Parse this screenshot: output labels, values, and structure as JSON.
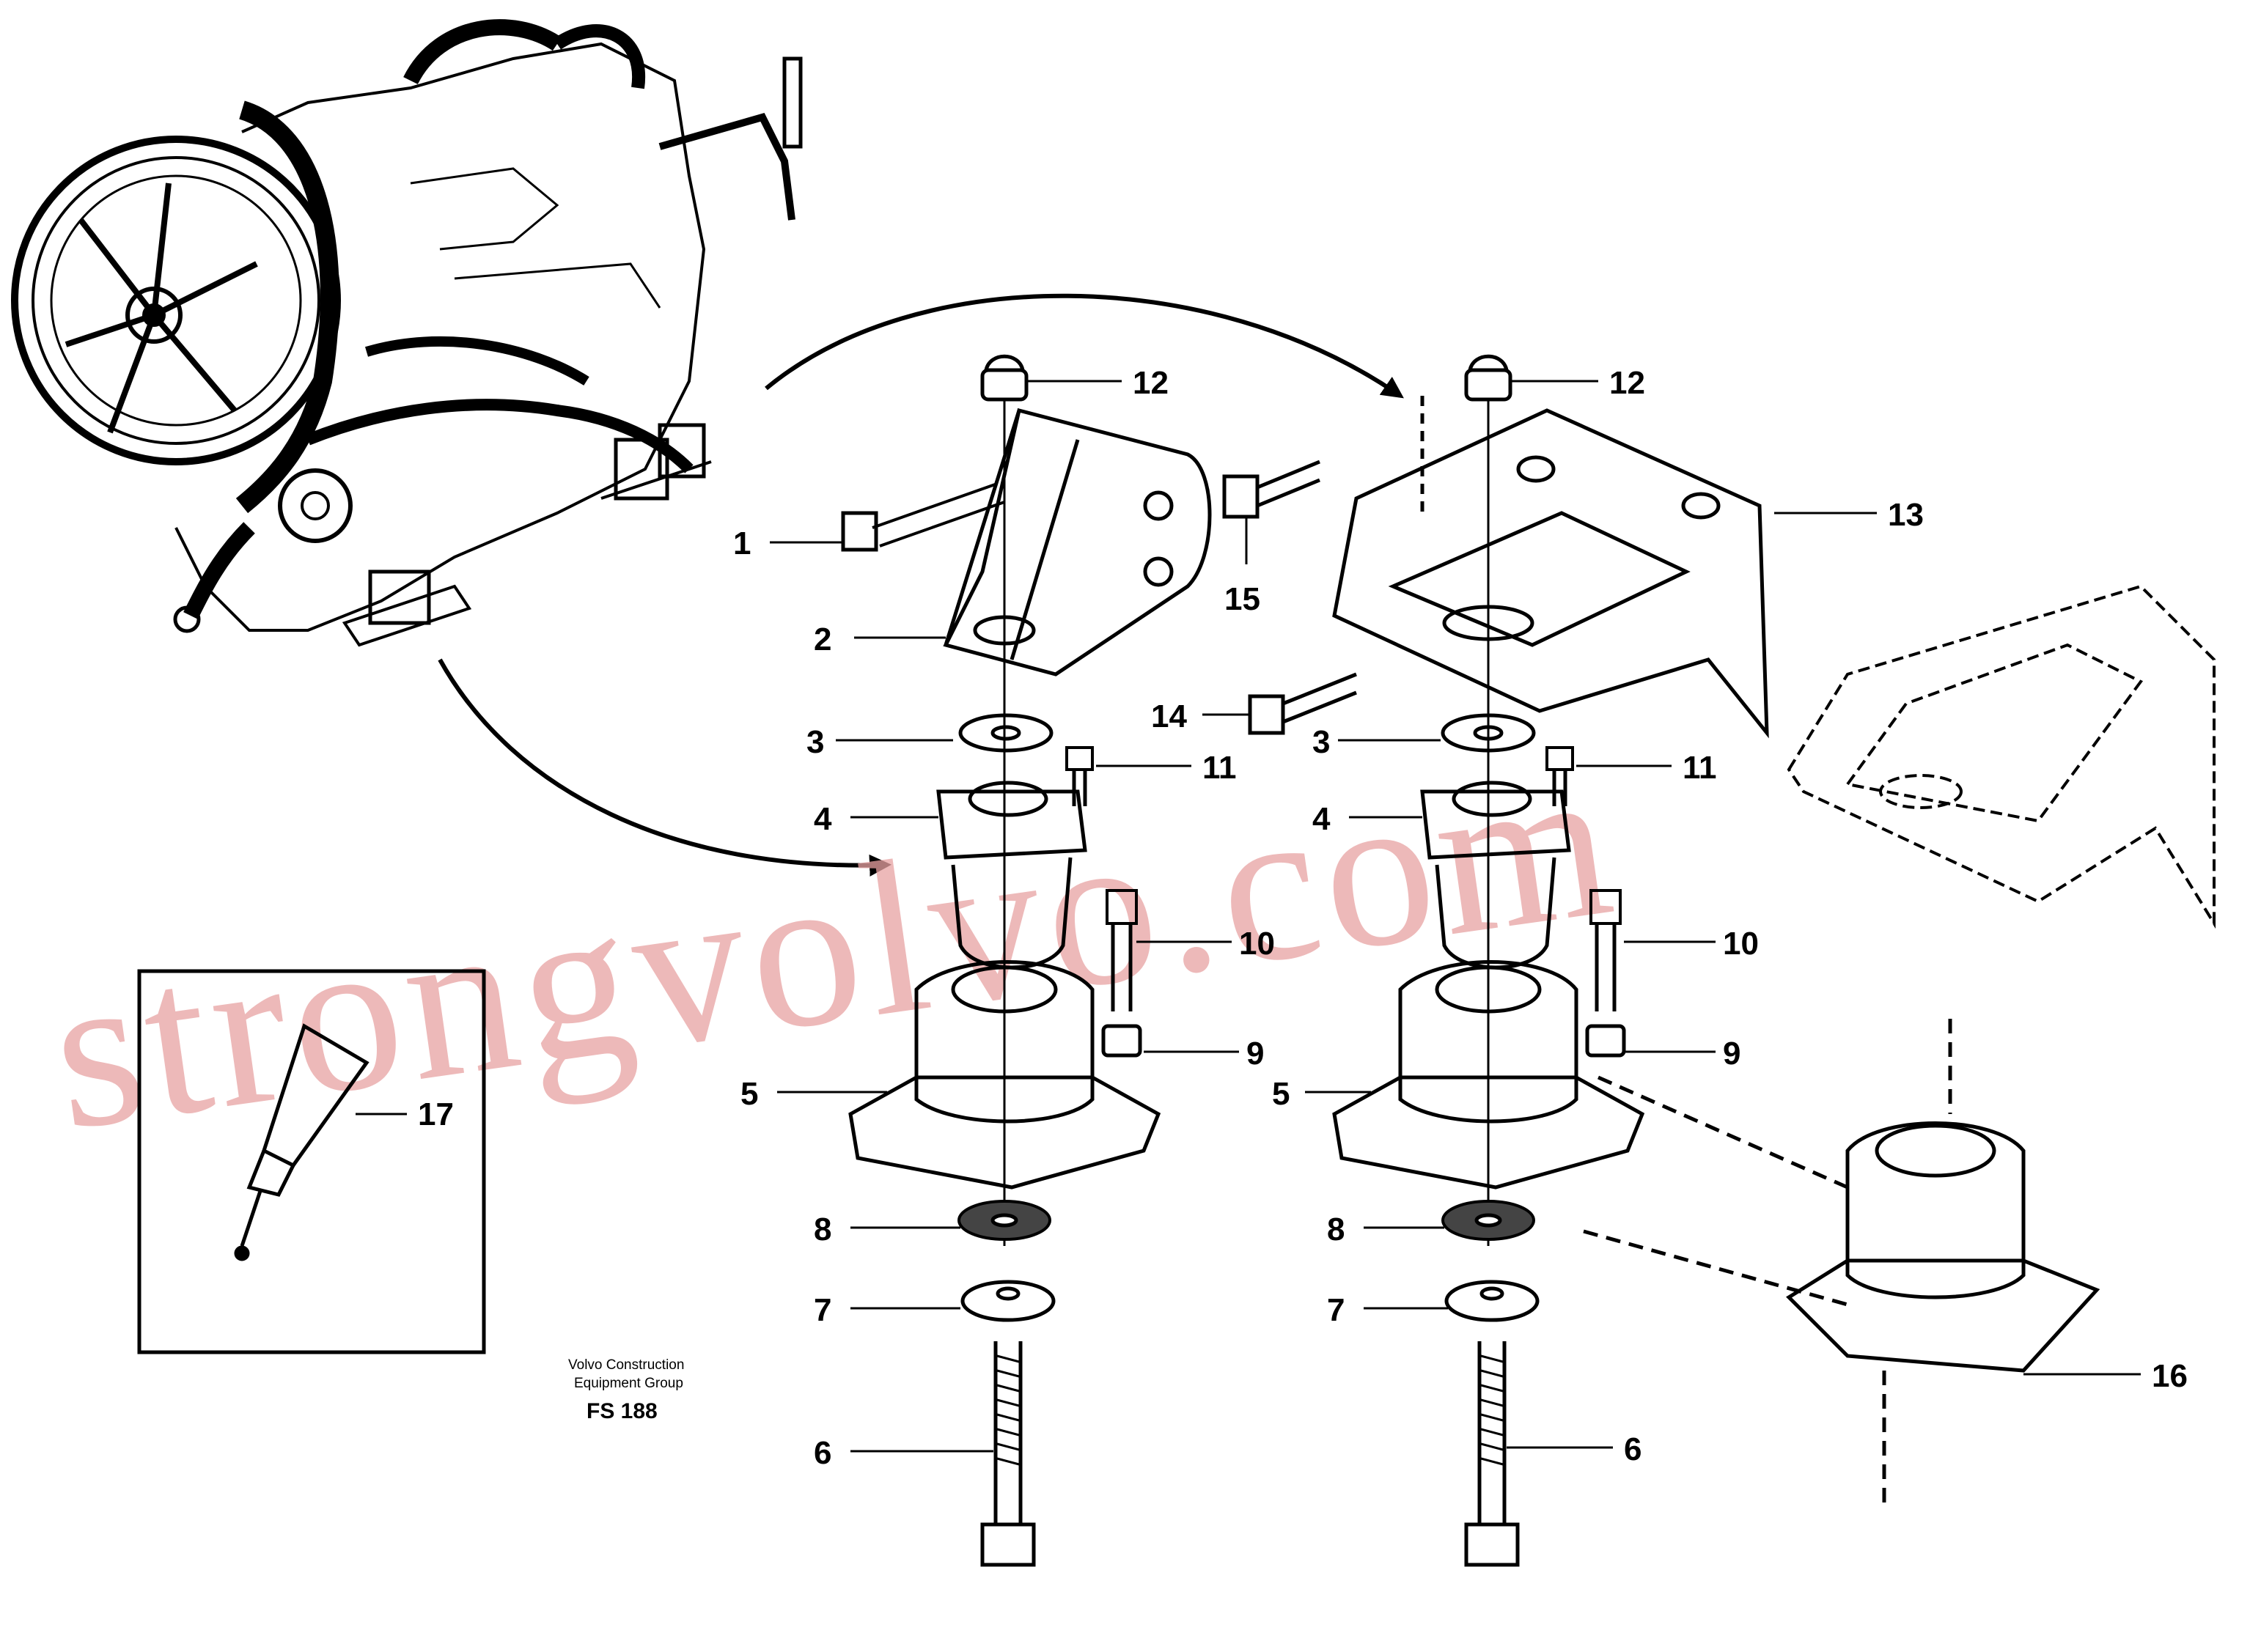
{
  "credit": {
    "line1": "Volvo Construction",
    "line2": "Equipment Group",
    "code": "FS 188"
  },
  "watermark": "strongvolvo.com",
  "callouts": {
    "c1": "1",
    "c2": "2",
    "c3l": "3",
    "c4l": "4",
    "c5l": "5",
    "c6l": "6",
    "c7l": "7",
    "c8l": "8",
    "c9l": "9",
    "c10l": "10",
    "c11l": "11",
    "c12l": "12",
    "c3r": "3",
    "c4r": "4",
    "c5r": "5",
    "c6r": "6",
    "c7r": "7",
    "c8r": "8",
    "c9r": "9",
    "c10r": "10",
    "c11r": "11",
    "c12r": "12",
    "c13": "13",
    "c14": "14",
    "c15": "15",
    "c16": "16",
    "c17": "17"
  },
  "colors": {
    "ink": "#000000",
    "watermark": "#e8a2a2",
    "background": "#ffffff"
  }
}
